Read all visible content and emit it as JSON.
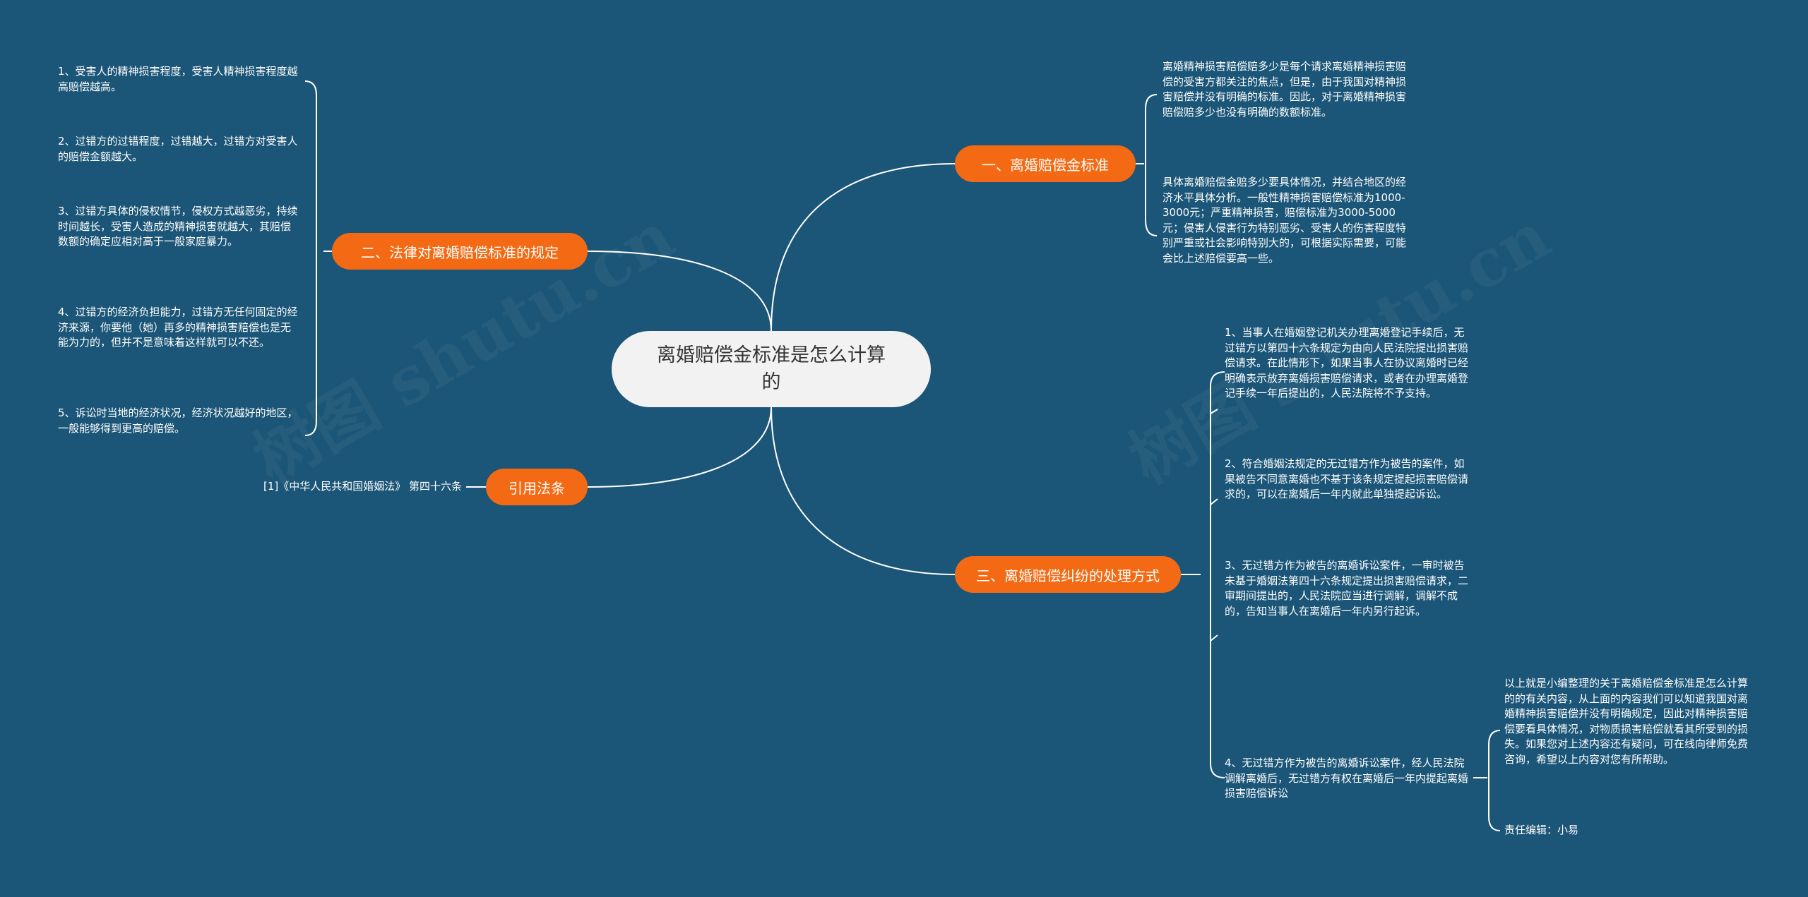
{
  "root": {
    "title": "离婚赔偿金标准是怎么计算的"
  },
  "branches": {
    "standard": {
      "label": "一、离婚赔偿金标准",
      "items": [
        "离婚精神损害赔偿赔多少是每个请求离婚精神损害赔偿的受害方都关注的焦点，但是，由于我国对精神损害赔偿并没有明确的标准。因此，对于离婚精神损害赔偿赔多少也没有明确的数额标准。",
        "具体离婚赔偿金赔多少要具体情况，并结合地区的经济水平具体分析。一般性精神损害赔偿标准为1000-3000元；严重精神损害，赔偿标准为3000-5000元；侵害人侵害行为特别恶劣、受害人的伤害程度特别严重或社会影响特别大的，可根据实际需要，可能会比上述赔偿要高一些。"
      ]
    },
    "law": {
      "label": "二、法律对离婚赔偿标准的规定",
      "items": [
        "1、受害人的精神损害程度，受害人精神损害程度越高赔偿越高。",
        "2、过错方的过错程度，过错越大，过错方对受害人的赔偿金额越大。",
        "3、过错方具体的侵权情节，侵权方式越恶劣，持续时间越长，受害人造成的精神损害就越大，其赔偿数额的确定应相对高于一般家庭暴力。",
        "4、过错方的经济负担能力，过错方无任何固定的经济来源，你要他（她）再多的精神损害赔偿也是无能为力的，但并不是意味着这样就可以不还。",
        "5、诉讼时当地的经济状况，经济状况越好的地区，一般能够得到更高的赔偿。"
      ]
    },
    "dispute": {
      "label": "三、离婚赔偿纠纷的处理方式",
      "items": [
        "1、当事人在婚姻登记机关办理离婚登记手续后，无过错方以第四十六条规定为由向人民法院提出损害赔偿请求。在此情形下，如果当事人在协议离婚时已经明确表示放弃离婚损害赔偿请求，或者在办理离婚登记手续一年后提出的，人民法院将不予支持。",
        "2、符合婚姻法规定的无过错方作为被告的案件，如果被告不同意离婚也不基于该条规定提起损害赔偿请求的，可以在离婚后一年内就此单独提起诉讼。",
        "3、无过错方作为被告的离婚诉讼案件，一审时被告未基于婚姻法第四十六条规定提出损害赔偿请求，二审期间提出的，人民法院应当进行调解，调解不成的，告知当事人在离婚后一年内另行起诉。",
        "4、无过错方作为被告的离婚诉讼案件，经人民法院调解离婚后，无过错方有权在离婚后一年内提起离婚损害赔偿诉讼"
      ],
      "sub_items": [
        "以上就是小编整理的关于离婚赔偿金标准是怎么计算的的有关内容，从上面的内容我们可以知道我国对离婚精神损害赔偿并没有明确规定，因此对精神损害赔偿要看具体情况，对物质损害赔偿就看其所受到的损失。如果您对上述内容还有疑问，可在线向律师免费咨询，希望以上内容对您有所帮助。",
        "责任编辑：小易"
      ]
    },
    "citation": {
      "label": "引用法条",
      "items": [
        "[1]《中华人民共和国婚姻法》 第四十六条"
      ]
    }
  },
  "watermark": "树图 shutu.cn",
  "colors": {
    "background": "#1b5577",
    "branch": "#f46a14",
    "root": "#f2f2f2",
    "link": "#ffffff"
  }
}
